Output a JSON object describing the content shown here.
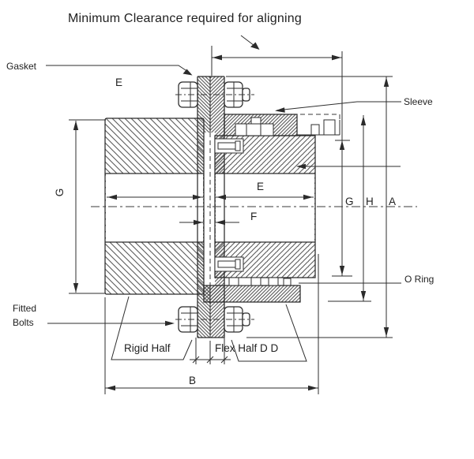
{
  "title": "Minimum Clearance required for aligning",
  "colors": {
    "ink": "#2b2b2b",
    "background": "#ffffff"
  },
  "callouts": {
    "gasket": "Gasket",
    "sleeve": "Sleeve",
    "o_ring": "O Ring",
    "fitted_bolts_line1": "Fitted",
    "fitted_bolts_line2": "Bolts",
    "rigid_half": "Rigid Half",
    "flex_half": "Flex Half D D"
  },
  "dimensions": {
    "hub_length_left_top": "E",
    "hub_length_right": "E",
    "center_gap": "F",
    "flange_od_left": "G",
    "hub_od_right": "G",
    "sleeve_od": "H",
    "overall_od": "A",
    "overall_length": "B"
  }
}
